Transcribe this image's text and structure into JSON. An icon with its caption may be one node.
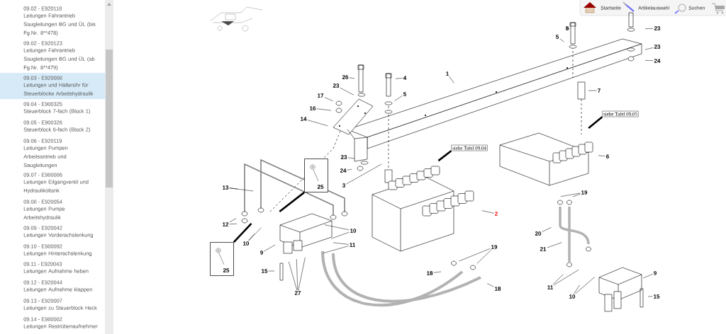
{
  "diagram": {
    "nodes": [
      {
        "text": [
          "1"
        ]
      },
      {
        "text": [
          "2"
        ]
      },
      {
        "text": [
          "3"
        ]
      },
      {
        "text": [
          "4"
        ]
      },
      {
        "text": [
          "5"
        ]
      },
      {
        "text": [
          "5"
        ]
      },
      {
        "text": [
          "6"
        ]
      },
      {
        "text": [
          "7"
        ]
      },
      {
        "text": [
          "8"
        ]
      },
      {
        "text": [
          "9"
        ]
      },
      {
        "text": [
          "9"
        ]
      },
      {
        "text": [
          "10"
        ]
      },
      {
        "text": [
          "10"
        ]
      },
      {
        "text": [
          "10"
        ]
      },
      {
        "text": [
          "11"
        ]
      },
      {
        "text": [
          "11"
        ]
      },
      {
        "text": [
          "12"
        ]
      },
      {
        "text": [
          "13"
        ]
      },
      {
        "text": [
          "14"
        ]
      },
      {
        "text": [
          "15"
        ]
      },
      {
        "text": [
          "15"
        ]
      },
      {
        "text": [
          "16"
        ]
      },
      {
        "text": [
          "17"
        ]
      },
      {
        "text": [
          "18"
        ]
      },
      {
        "text": [
          "18"
        ]
      },
      {
        "text": [
          "19"
        ]
      },
      {
        "text": [
          "19"
        ]
      },
      {
        "text": [
          "20"
        ]
      },
      {
        "text": [
          "21"
        ]
      },
      {
        "text": [
          "23"
        ]
      },
      {
        "text": [
          "23"
        ]
      },
      {
        "text": [
          "23"
        ]
      },
      {
        "text": [
          "23"
        ]
      },
      {
        "text": [
          "24"
        ]
      },
      {
        "text": [
          "24"
        ]
      },
      {
        "text": [
          "25"
        ]
      },
      {
        "text": [
          "25"
        ]
      },
      {
        "text": [
          "26"
        ]
      },
      {
        "text": [
          "27"
        ]
      },
      {
        "text": [
          "siehe Tafel 09.04"
        ]
      },
      {
        "text": [
          "siehe Tafel 09.05"
        ]
      }
    ],
    "edges": [
      {
        "from": 0,
        "to": null,
        "arrow": "none"
      },
      {
        "from": 1,
        "to": null,
        "arrow": "none"
      },
      {
        "from": 2,
        "to": null,
        "arrow": "none"
      },
      {
        "from": 3,
        "to": null,
        "arrow": "none"
      },
      {
        "from": 4,
        "to": null,
        "arrow": "none"
      },
      {
        "from": 5,
        "to": null,
        "arrow": "none"
      },
      {
        "from": 6,
        "to": null,
        "arrow": "none"
      },
      {
        "from": 7,
        "to": null,
        "arrow": "none"
      },
      {
        "from": 8,
        "to": null,
        "arrow": "none"
      },
      {
        "from": 9,
        "to": null,
        "arrow": "none"
      },
      {
        "from": 10,
        "to": null,
        "arrow": "none"
      },
      {
        "from": 11,
        "to": null,
        "arrow": "none"
      },
      {
        "from": 11,
        "to": null,
        "arrow": "none"
      },
      {
        "from": 12,
        "to": null,
        "arrow": "none"
      },
      {
        "from": 12,
        "to": null,
        "arrow": "none"
      },
      {
        "from": 13,
        "to": null,
        "arrow": "none"
      },
      {
        "from": 13,
        "to": null,
        "arrow": "none"
      },
      {
        "from": 14,
        "to": null,
        "arrow": "none"
      },
      {
        "from": 14,
        "to": null,
        "arrow": "none"
      },
      {
        "from": 15,
        "to": null,
        "arrow": "none"
      },
      {
        "from": 15,
        "to": null,
        "arrow": "none"
      },
      {
        "from": 16,
        "to": null,
        "arrow": "none"
      },
      {
        "from": 16,
        "to": null,
        "arrow": "none"
      },
      {
        "from": 17,
        "to": null,
        "arrow": "none"
      },
      {
        "from": 17,
        "to": null,
        "arrow": "none"
      },
      {
        "from": 18,
        "to": null,
        "arrow": "none"
      },
      {
        "from": 19,
        "to": null,
        "arrow": "none"
      },
      {
        "from": 20,
        "to": null,
        "arrow": "none"
      },
      {
        "from": 21,
        "to": null,
        "arrow": "none"
      },
      {
        "from": 22,
        "to": null,
        "arrow": "none"
      },
      {
        "from": 23,
        "to": null,
        "arrow": "none"
      },
      {
        "from": 24,
        "to": null,
        "arrow": "none"
      },
      {
        "from": 25,
        "to": null,
        "arrow": "none"
      },
      {
        "from": 25,
        "to": null,
        "arrow": "none"
      },
      {
        "from": 26,
        "to": null,
        "arrow": "none"
      },
      {
        "from": 26,
        "to": null,
        "arrow": "none"
      },
      {
        "from": 27,
        "to": null,
        "arrow": "none"
      },
      {
        "from": 28,
        "to": null,
        "arrow": "none"
      },
      {
        "from": 29,
        "to": null,
        "arrow": "none"
      },
      {
        "from": 30,
        "to": null,
        "arrow": "none"
      },
      {
        "from": 31,
        "to": null,
        "arrow": "none"
      },
      {
        "from": 32,
        "to": null,
        "arrow": "none"
      },
      {
        "from": 33,
        "to": null,
        "arrow": "none"
      },
      {
        "from": 34,
        "to": null,
        "arrow": "none"
      },
      {
        "from": 35,
        "to": null,
        "arrow": "none",
        "style": "thick"
      },
      {
        "from": 36,
        "to": null,
        "arrow": "none",
        "style": "thick"
      },
      {
        "from": 37,
        "to": null,
        "arrow": "none"
      },
      {
        "from": 38,
        "to": null,
        "arrow": "none"
      },
      {
        "from": 38,
        "to": null,
        "arrow": "none"
      },
      {
        "from": 38,
        "to": null,
        "arrow": "none"
      },
      {
        "from": 39,
        "to": null,
        "arrow": "none",
        "style": "thick"
      },
      {
        "from": 40,
        "to": null,
        "arrow": "none",
        "style": "thick"
      }
    ],
    "labels": [
      "09.02 - E920118",
      "Leitungen Fahrantrieb Saugleitungen BG und ÜL (bis Fg.Nr. 8**478)",
      "09.02 - E920123",
      "Leitungen Fahrantrieb Saugleitungen BG und ÜL (ab Fg.Nr. 8**479)",
      "09.03 - E920008",
      "Leitungen und Halterohr für Steuerblöcke Arbeitshydraulik",
      "09.04 - E900325",
      "Steuerblock 7-fach (Block 1)",
      "09.05 - E900326",
      "Steuerblock 6-fach (Block 2)",
      "09.06 - E920119",
      "Leitungen Pumpen Arbeitsantrieb und Saugleitungen",
      "09.07 - E980086",
      "Leitungen Eilgangventil und Hydrauliköltank",
      "09.08 - E920054",
      "Leitungen Pumpe Arbeitshydraulik",
      "09.09 - E920042",
      "Leitungen Vorderachslenkung",
      "09.10 - E980092",
      "Leitungen Hinterachslenkung",
      "09.11 - E920043",
      "Leitungen Aufnahme heben",
      "09.12 - E920044",
      "Leitungen Aufnahme klappen",
      "09.13 - E920007",
      "Leitungen zu Steuerblock Heck",
      "09.14 - E980082",
      "Leitungen Restrübenaufnehmer",
      "Startseite",
      "Artikelauswahl",
      "Suchen"
    ]
  }
}
